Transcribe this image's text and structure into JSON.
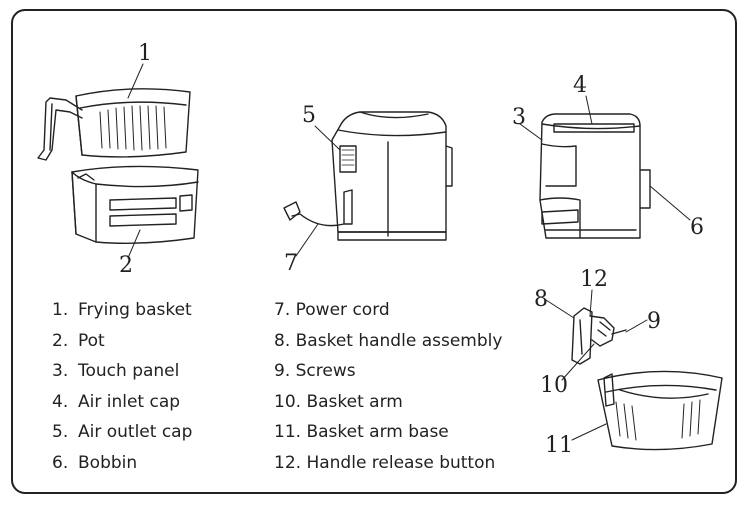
{
  "callouts": {
    "c1": "1",
    "c2": "2",
    "c3": "3",
    "c4": "4",
    "c5": "5",
    "c6": "6",
    "c7": "7",
    "c8": "8",
    "c9": "9",
    "c10": "10",
    "c11": "11",
    "c12": "12"
  },
  "parts_left": [
    {
      "num": "1.",
      "label": "Frying basket"
    },
    {
      "num": "2.",
      "label": "Pot"
    },
    {
      "num": "3.",
      "label": "Touch panel"
    },
    {
      "num": "4.",
      "label": "Air inlet cap"
    },
    {
      "num": "5.",
      "label": "Air outlet cap"
    },
    {
      "num": "6.",
      "label": "Bobbin"
    }
  ],
  "parts_right": [
    {
      "num": "7.",
      "label": "Power cord"
    },
    {
      "num": "8.",
      "label": "Basket handle assembly"
    },
    {
      "num": "9.",
      "label": "Screws"
    },
    {
      "num": "10.",
      "label": "Basket arm"
    },
    {
      "num": "11.",
      "label": "Basket arm base"
    },
    {
      "num": "12.",
      "label": "Handle release button"
    }
  ]
}
